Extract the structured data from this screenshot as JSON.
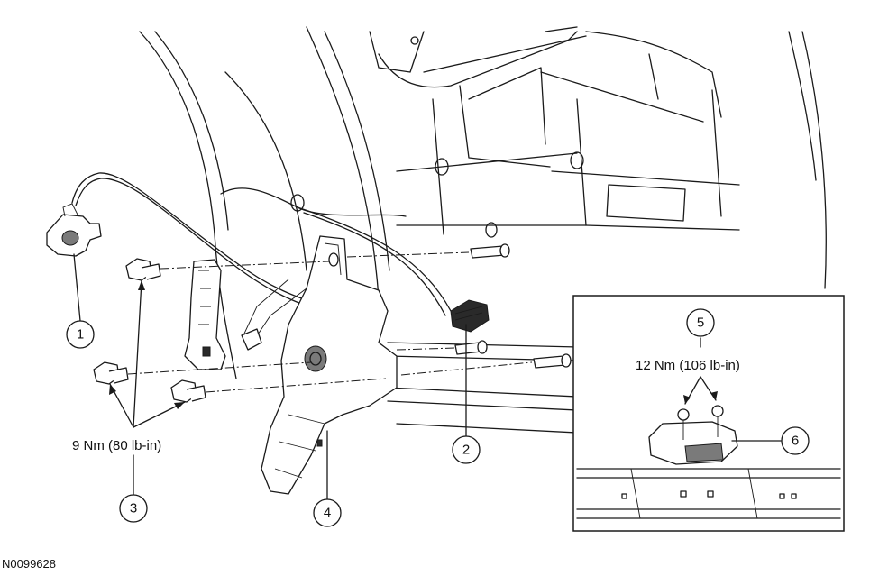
{
  "figure_id": "N0099628",
  "callouts": [
    {
      "label": "1"
    },
    {
      "label": "2"
    },
    {
      "label": "3"
    },
    {
      "label": "4"
    },
    {
      "label": "5"
    },
    {
      "label": "6"
    }
  ],
  "torque_main": "9 Nm (80 lb-in)",
  "torque_inset": "12 Nm (106 lb-in)"
}
